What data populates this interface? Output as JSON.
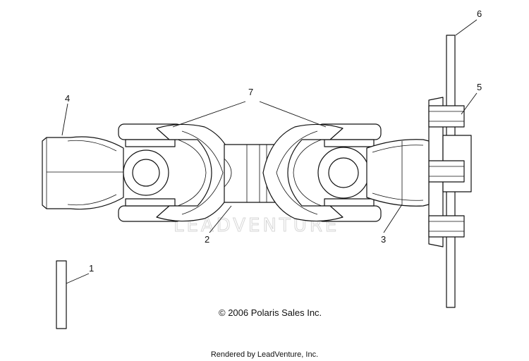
{
  "diagram": {
    "callouts": [
      {
        "id": "1",
        "label": "1",
        "part": "spacer-bar"
      },
      {
        "id": "2",
        "label": "2",
        "part": "center-shaft"
      },
      {
        "id": "3",
        "label": "3",
        "part": "right-yoke"
      },
      {
        "id": "4",
        "label": "4",
        "part": "left-yoke"
      },
      {
        "id": "5",
        "label": "5",
        "part": "bolt"
      },
      {
        "id": "6",
        "label": "6",
        "part": "flange-plate"
      },
      {
        "id": "7",
        "label": "7",
        "part": "u-joint-caps"
      }
    ],
    "copyright": "© 2006 Polaris Sales Inc.",
    "watermark": "LEADVENTURE",
    "footer": "Rendered by LeadVenture, Inc."
  }
}
